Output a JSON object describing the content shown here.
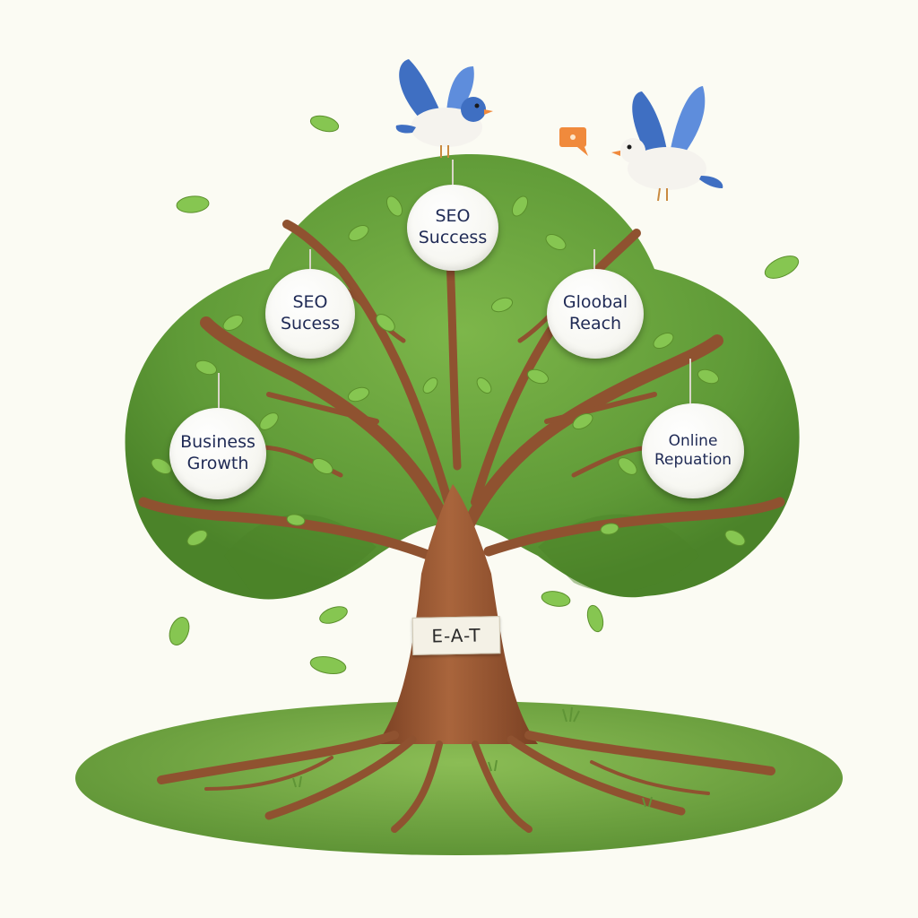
{
  "scene": {
    "ornaments": [
      {
        "name": "ornament-seo-success-top",
        "label": "SEO\nSuccess"
      },
      {
        "name": "ornament-seo-sucess-left",
        "label": "SEO\nSucess"
      },
      {
        "name": "ornament-global-reach",
        "label": "Gloobal\nReach"
      },
      {
        "name": "ornament-business-growth",
        "label": "Business\nGrowth"
      },
      {
        "name": "ornament-online-reputation",
        "label": "Online\nRepuation"
      }
    ],
    "trunk_label": "E-A-T",
    "colors": {
      "background": "#fbfbf3",
      "canopy": "#5f9a37",
      "canopy_dark": "#4b8329",
      "leaf": "#7fc24a",
      "trunk": "#9a5a36",
      "grass": "#79ad45",
      "bird_wing": "#3f6fc2",
      "ornament_text": "#1f2a55",
      "speech_bubble": "#f08a3c"
    }
  }
}
